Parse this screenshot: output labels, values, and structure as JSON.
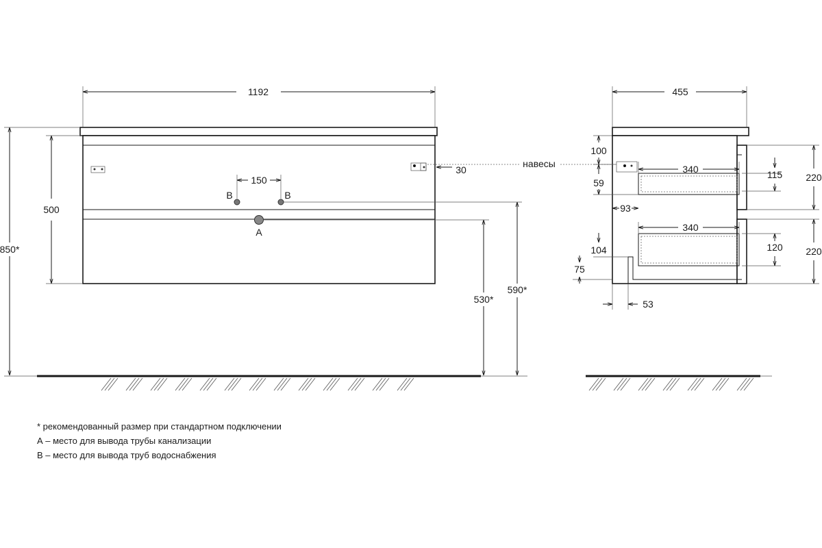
{
  "front_view": {
    "width": "1192",
    "drawer_height": "500",
    "total_height": "850*",
    "pipe_spacing": "150",
    "label_b_left": "B",
    "label_b_right": "B",
    "label_a": "A",
    "hinge_offset": "30",
    "height_a": "530*",
    "height_b": "590*"
  },
  "callout": {
    "hinges": "навесы"
  },
  "side_view": {
    "depth": "455",
    "top_offset": "100",
    "upper_drawer_depth": "340",
    "upper_offset": "59",
    "left_offset": "93",
    "lower_drawer_depth": "340",
    "lower_offset": "104",
    "plinth": "75",
    "plinth_depth": "53",
    "upper_inner": "115",
    "upper_front": "220",
    "lower_inner": "120",
    "lower_front": "220"
  },
  "notes": [
    "* рекомендованный размер при стандартном подключении",
    "А – место для вывода трубы канализации",
    "В – место для вывода труб водоснабжения"
  ]
}
